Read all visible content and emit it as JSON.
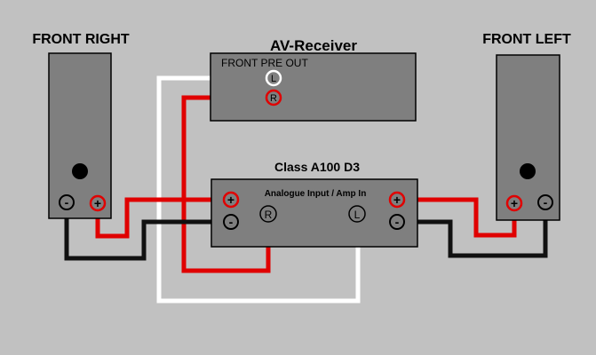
{
  "speaker_right": {
    "title": "FRONT RIGHT",
    "neg": "-",
    "pos": "+"
  },
  "speaker_left": {
    "title": "FRONT LEFT",
    "neg": "-",
    "pos": "+"
  },
  "receiver": {
    "title": "AV-Receiver",
    "output_label": "FRONT PRE OUT",
    "jack_left": "L",
    "jack_right": "R"
  },
  "amplifier": {
    "title": "Class A100 D3",
    "input_label": "Analogue Input / Amp In",
    "left_pos": "+",
    "left_neg": "-",
    "right_pos": "+",
    "right_neg": "-",
    "jack_right": "R",
    "jack_left": "L"
  },
  "colors": {
    "background": "#c1c1c1",
    "box": "#7f7f7f",
    "positive_wire": "#e00000",
    "negative_wire": "#111111",
    "left_signal_wire": "#ffffff",
    "right_signal_wire": "#e00000"
  }
}
